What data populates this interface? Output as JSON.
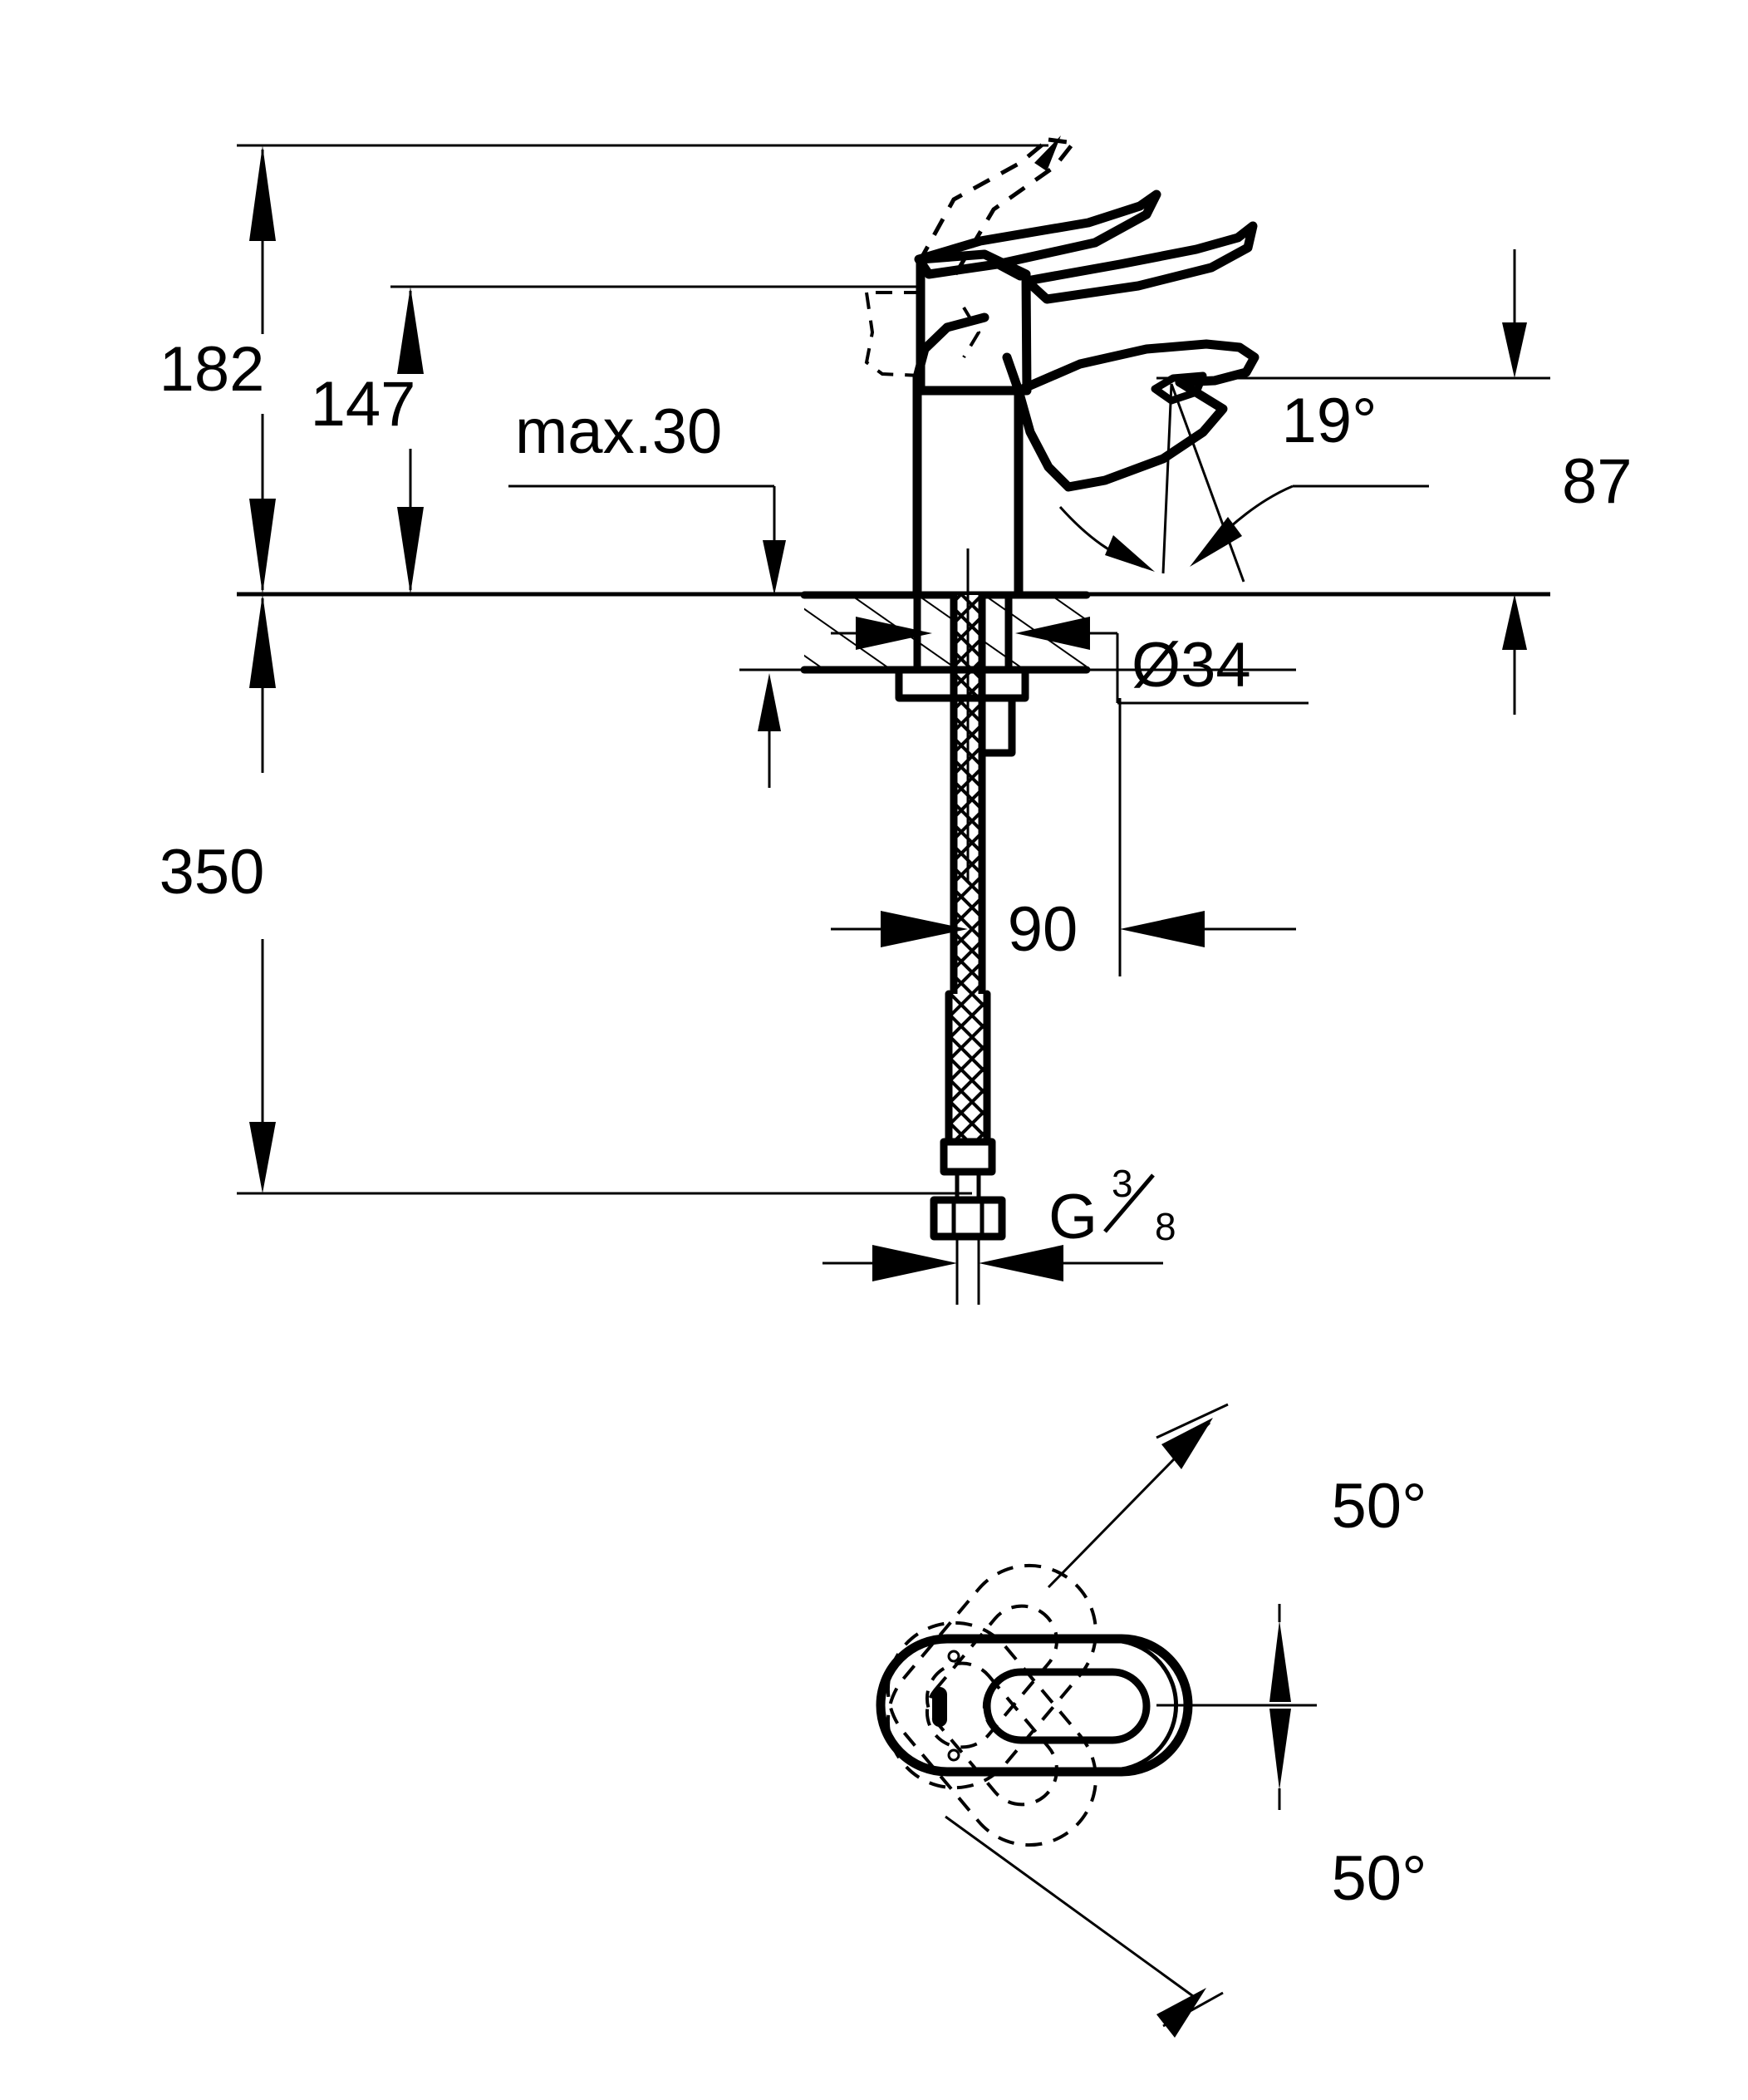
{
  "drawing": {
    "title": "Single-lever basin mixer dimensional drawing",
    "units": "mm",
    "line_color": "#000000",
    "background": "#ffffff"
  },
  "dimensions": {
    "total_height": "182",
    "spout_base_height": "147",
    "max_counter_thickness": "max.30",
    "hose_length": "350",
    "spout_outlet_height": "87",
    "spout_projection": "90",
    "mounting_hole_diameter": "Ø34",
    "spout_angle": "19°",
    "thread_label_prefix": "G",
    "thread_numerator": "3",
    "thread_denominator": "8",
    "swivel_angle_upper": "50°",
    "swivel_angle_lower": "50°"
  },
  "views": {
    "elevation": {
      "name": "side-elevation-view",
      "parts": [
        "lever-handle-closed",
        "lever-handle-open-dashed",
        "mixer-body",
        "spout-outlet",
        "counter-top-section",
        "mounting-nut",
        "threaded-shank",
        "flexible-hose-upper",
        "flexible-hose-lower",
        "hose-connector-fitting"
      ]
    },
    "plan": {
      "name": "top-plan-view",
      "parts": [
        "spout-outline",
        "lever-outline",
        "swivel-range-dashed-upper",
        "swivel-range-dashed-lower",
        "center-axis"
      ]
    }
  }
}
